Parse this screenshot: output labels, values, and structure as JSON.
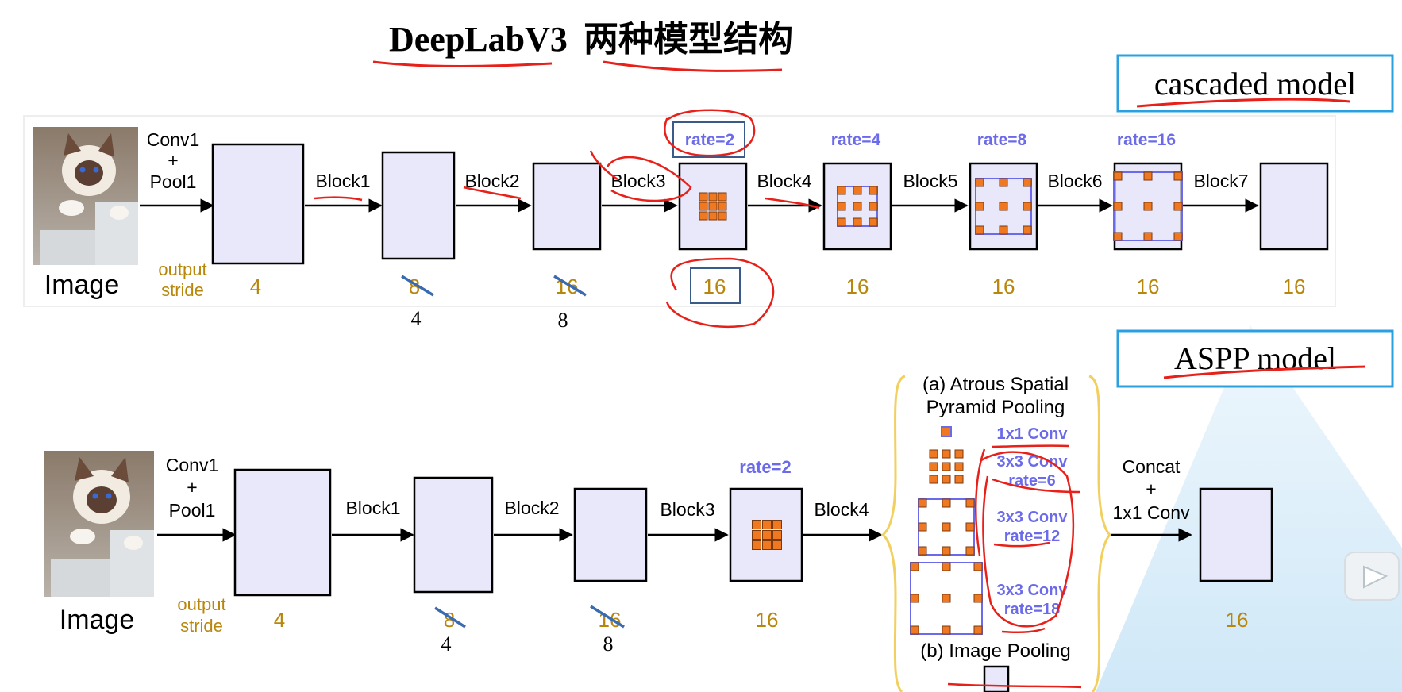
{
  "title": {
    "en": "DeepLabV3",
    "zh": "两种模型结构"
  },
  "boxes": {
    "cascaded": "cascaded model",
    "aspp": "ASPP model"
  },
  "cascaded": {
    "image_label": "Image",
    "stem_label": [
      "Conv1",
      "+",
      "Pool1"
    ],
    "os_label": [
      "output",
      "stride"
    ],
    "blocks": [
      "Block1",
      "Block2",
      "Block3",
      "Block4",
      "Block5",
      "Block6",
      "Block7"
    ],
    "rates": [
      "rate=2",
      "rate=4",
      "rate=8",
      "rate=16"
    ],
    "strides": [
      "4",
      "8",
      "16",
      "16",
      "16",
      "16",
      "16",
      "16"
    ],
    "handwritten_strides": [
      "4",
      "8"
    ]
  },
  "aspp": {
    "image_label": "Image",
    "stem_label": [
      "Conv1",
      "+",
      "Pool1"
    ],
    "os_label": [
      "output",
      "stride"
    ],
    "blocks": [
      "Block1",
      "Block2",
      "Block3",
      "Block4"
    ],
    "rate": "rate=2",
    "strides": [
      "4",
      "8",
      "16",
      "16",
      "16"
    ],
    "handwritten_strides": [
      "4",
      "8"
    ],
    "pool_title": [
      "(a) Atrous Spatial",
      "Pyramid Pooling"
    ],
    "branches": [
      "1x1 Conv",
      "3x3 Conv",
      "rate=6",
      "3x3 Conv",
      "rate=12",
      "3x3 Conv",
      "rate=18"
    ],
    "image_pooling": "(b) Image Pooling",
    "concat_label": [
      "Concat",
      "+",
      "1x1 Conv"
    ]
  },
  "colors": {
    "feature_fill": "#e8e8fa",
    "kernel_orange": "#f07820",
    "rate_blue": "#6a6aea",
    "stride_gold": "#b8860b",
    "annotation_red": "#e8201a",
    "box_blue": "#2aa0e0"
  }
}
